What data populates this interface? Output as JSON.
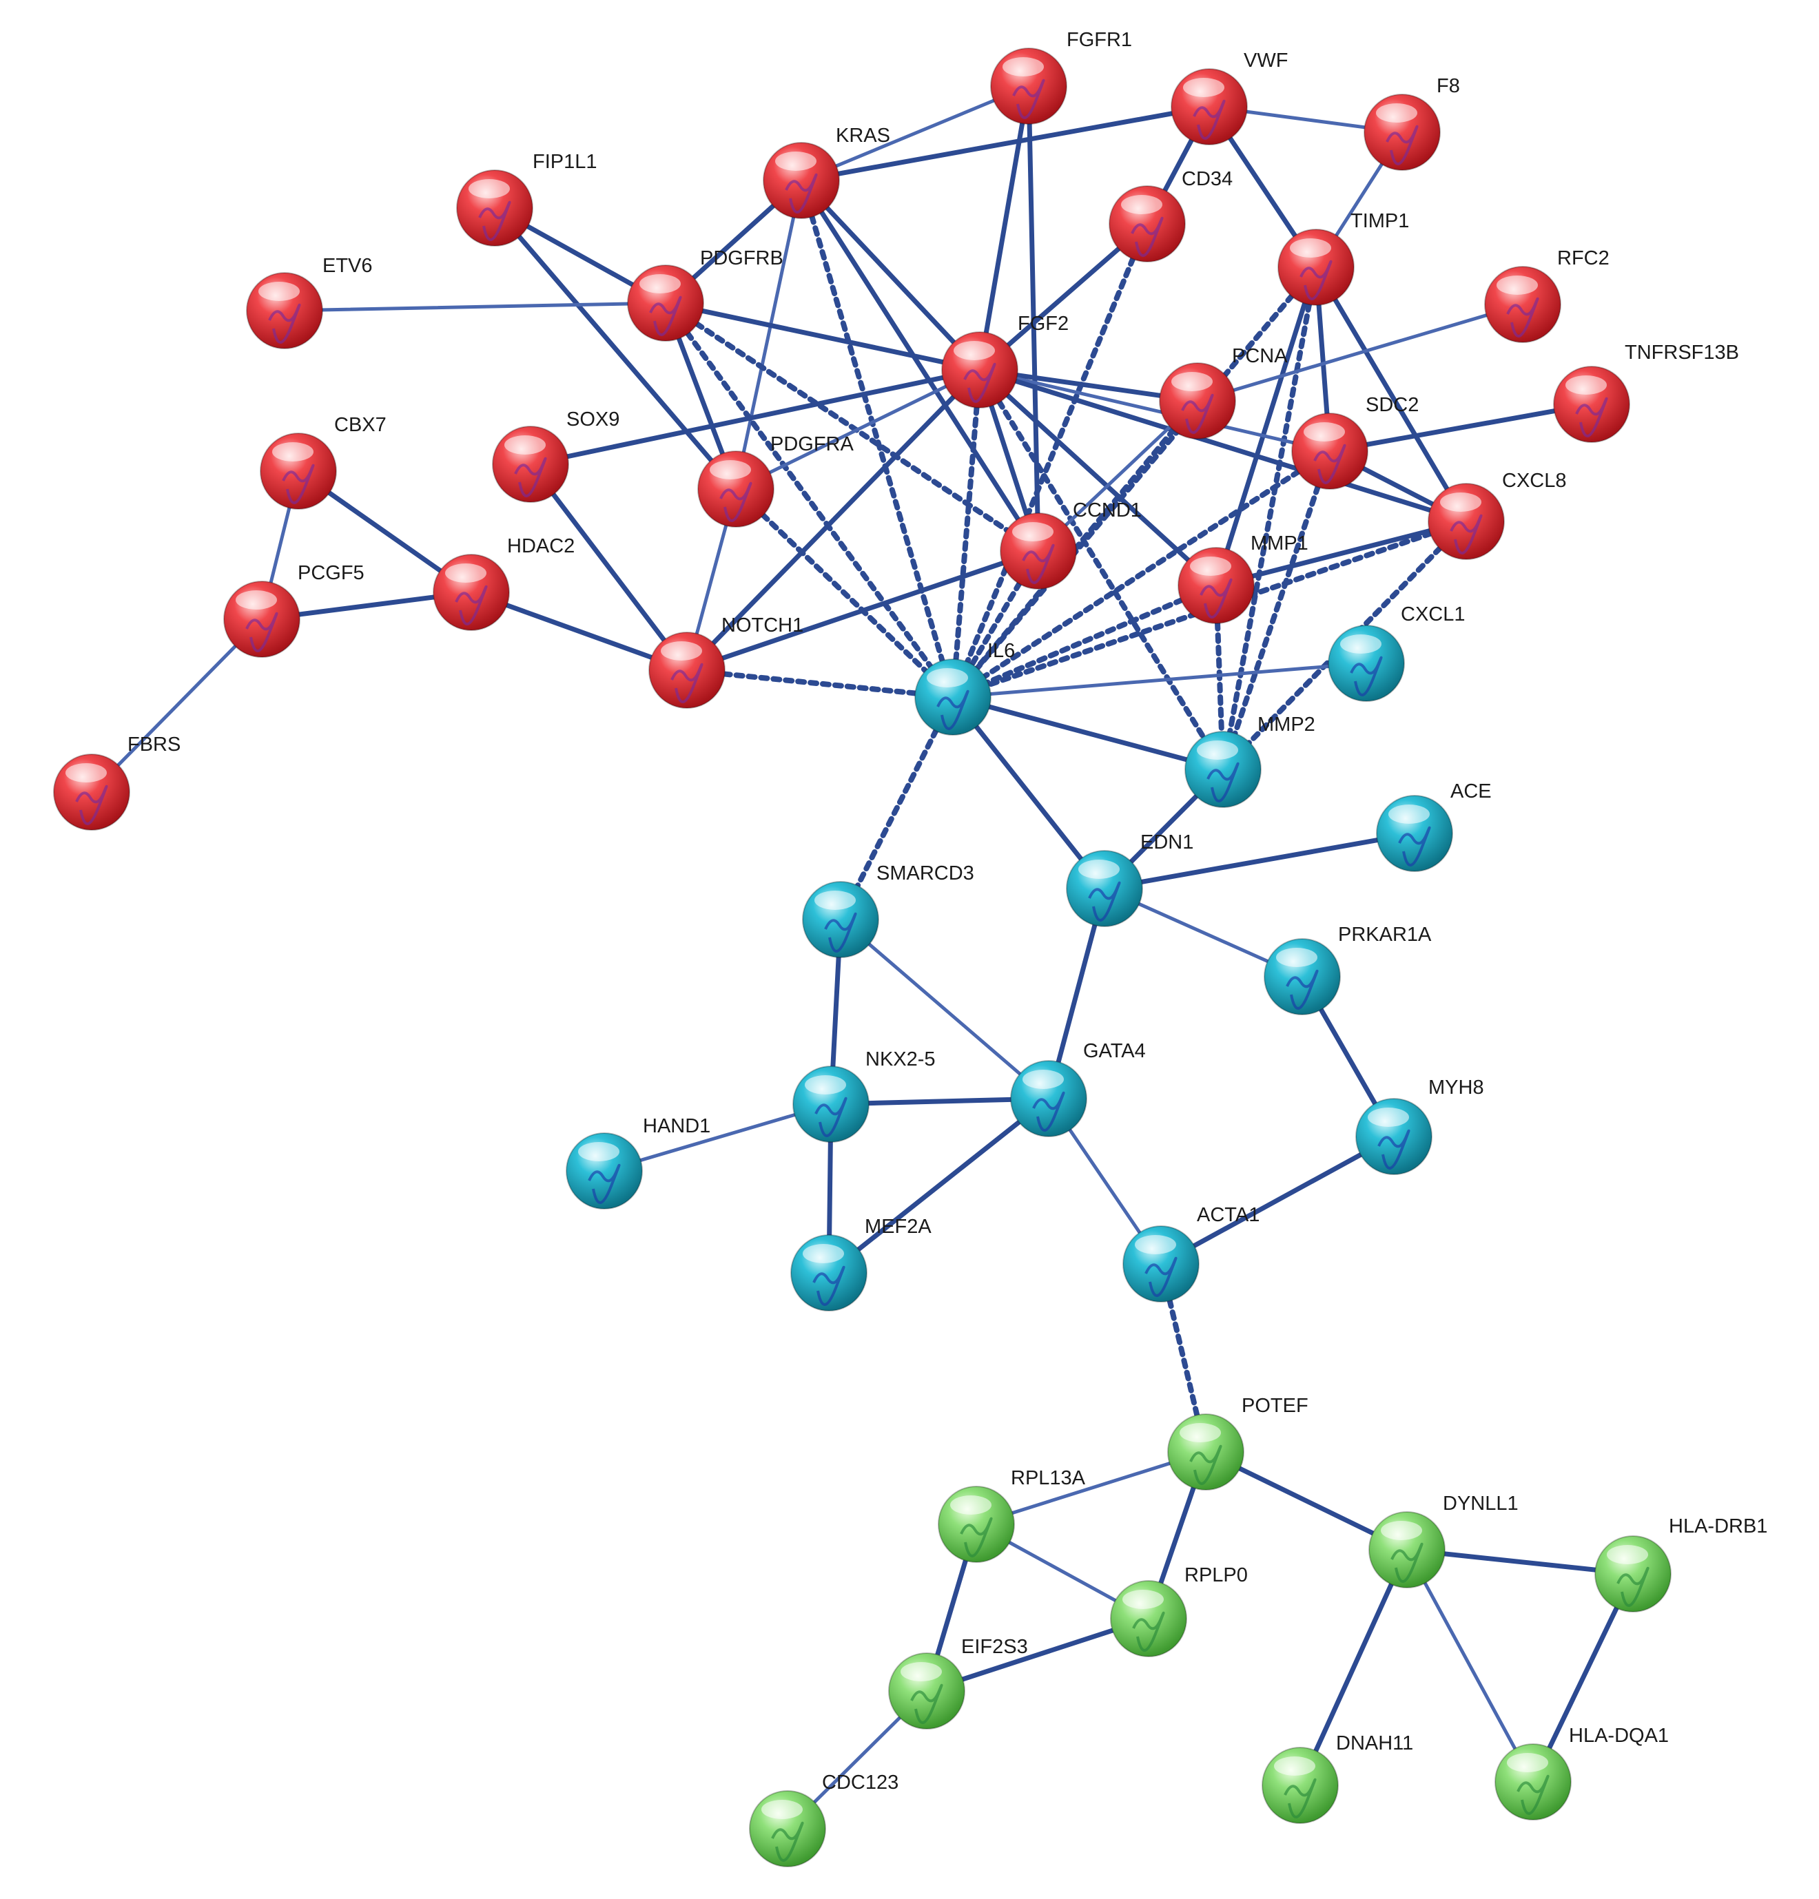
{
  "colors": {
    "red": "#e8323a",
    "cyan": "#1fb6cf",
    "green": "#7fdc6a",
    "edge": "#2c4a92",
    "edge_light": "#4a68b0"
  },
  "chart_data": {
    "type": "network",
    "nodes": [
      {
        "id": "FGFR1",
        "label": "FGFR1",
        "cluster": "red"
      },
      {
        "id": "VWF",
        "label": "VWF",
        "cluster": "red"
      },
      {
        "id": "F8",
        "label": "F8",
        "cluster": "red"
      },
      {
        "id": "KRAS",
        "label": "KRAS",
        "cluster": "red"
      },
      {
        "id": "FIP1L1",
        "label": "FIP1L1",
        "cluster": "red"
      },
      {
        "id": "CD34",
        "label": "CD34",
        "cluster": "red"
      },
      {
        "id": "TIMP1",
        "label": "TIMP1",
        "cluster": "red"
      },
      {
        "id": "RFC2",
        "label": "RFC2",
        "cluster": "red"
      },
      {
        "id": "ETV6",
        "label": "ETV6",
        "cluster": "red"
      },
      {
        "id": "PDGFRB",
        "label": "PDGFRB",
        "cluster": "red"
      },
      {
        "id": "FGF2",
        "label": "FGF2",
        "cluster": "red"
      },
      {
        "id": "PCNA",
        "label": "PCNA",
        "cluster": "red"
      },
      {
        "id": "TNFRSF13B",
        "label": "TNFRSF13B",
        "cluster": "red"
      },
      {
        "id": "SDC2",
        "label": "SDC2",
        "cluster": "red"
      },
      {
        "id": "CBX7",
        "label": "CBX7",
        "cluster": "red"
      },
      {
        "id": "SOX9",
        "label": "SOX9",
        "cluster": "red"
      },
      {
        "id": "PDGFRA",
        "label": "PDGFRA",
        "cluster": "red"
      },
      {
        "id": "CXCL8",
        "label": "CXCL8",
        "cluster": "red"
      },
      {
        "id": "CCND1",
        "label": "CCND1",
        "cluster": "red"
      },
      {
        "id": "HDAC2",
        "label": "HDAC2",
        "cluster": "red"
      },
      {
        "id": "MMP1",
        "label": "MMP1",
        "cluster": "red"
      },
      {
        "id": "PCGF5",
        "label": "PCGF5",
        "cluster": "red"
      },
      {
        "id": "NOTCH1",
        "label": "NOTCH1",
        "cluster": "red"
      },
      {
        "id": "FBRS",
        "label": "FBRS",
        "cluster": "red"
      },
      {
        "id": "CXCL1",
        "label": "CXCL1",
        "cluster": "cyan"
      },
      {
        "id": "IL6",
        "label": "IL6",
        "cluster": "cyan"
      },
      {
        "id": "MMP2",
        "label": "MMP2",
        "cluster": "cyan"
      },
      {
        "id": "ACE",
        "label": "ACE",
        "cluster": "cyan"
      },
      {
        "id": "EDN1",
        "label": "EDN1",
        "cluster": "cyan"
      },
      {
        "id": "SMARCD3",
        "label": "SMARCD3",
        "cluster": "cyan"
      },
      {
        "id": "PRKAR1A",
        "label": "PRKAR1A",
        "cluster": "cyan"
      },
      {
        "id": "NKX2-5",
        "label": "NKX2-5",
        "cluster": "cyan"
      },
      {
        "id": "GATA4",
        "label": "GATA4",
        "cluster": "cyan"
      },
      {
        "id": "MYH8",
        "label": "MYH8",
        "cluster": "cyan"
      },
      {
        "id": "HAND1",
        "label": "HAND1",
        "cluster": "cyan"
      },
      {
        "id": "ACTA1",
        "label": "ACTA1",
        "cluster": "cyan"
      },
      {
        "id": "MEF2A",
        "label": "MEF2A",
        "cluster": "cyan"
      },
      {
        "id": "POTEF",
        "label": "POTEF",
        "cluster": "green"
      },
      {
        "id": "RPL13A",
        "label": "RPL13A",
        "cluster": "green"
      },
      {
        "id": "DYNLL1",
        "label": "DYNLL1",
        "cluster": "green"
      },
      {
        "id": "HLA-DRB1",
        "label": "HLA-DRB1",
        "cluster": "green"
      },
      {
        "id": "RPLP0",
        "label": "RPLP0",
        "cluster": "green"
      },
      {
        "id": "EIF2S3",
        "label": "EIF2S3",
        "cluster": "green"
      },
      {
        "id": "DNAH11",
        "label": "DNAH11",
        "cluster": "green"
      },
      {
        "id": "HLA-DQA1",
        "label": "HLA-DQA1",
        "cluster": "green"
      },
      {
        "id": "CDC123",
        "label": "CDC123",
        "cluster": "green"
      }
    ],
    "edges": [
      {
        "source": "KRAS",
        "target": "FGFR1",
        "style": "solid"
      },
      {
        "source": "KRAS",
        "target": "VWF",
        "style": "solid"
      },
      {
        "source": "KRAS",
        "target": "PDGFRB",
        "style": "solid"
      },
      {
        "source": "KRAS",
        "target": "PDGFRA",
        "style": "solid"
      },
      {
        "source": "KRAS",
        "target": "FGF2",
        "style": "solid"
      },
      {
        "source": "KRAS",
        "target": "CCND1",
        "style": "solid"
      },
      {
        "source": "KRAS",
        "target": "IL6",
        "style": "dotted"
      },
      {
        "source": "FGFR1",
        "target": "FGF2",
        "style": "solid"
      },
      {
        "source": "FGFR1",
        "target": "CCND1",
        "style": "solid"
      },
      {
        "source": "VWF",
        "target": "F8",
        "style": "solid"
      },
      {
        "source": "VWF",
        "target": "CD34",
        "style": "solid"
      },
      {
        "source": "VWF",
        "target": "TIMP1",
        "style": "solid"
      },
      {
        "source": "F8",
        "target": "TIMP1",
        "style": "solid"
      },
      {
        "source": "FIP1L1",
        "target": "PDGFRB",
        "style": "solid"
      },
      {
        "source": "FIP1L1",
        "target": "PDGFRA",
        "style": "solid"
      },
      {
        "source": "ETV6",
        "target": "PDGFRB",
        "style": "solid"
      },
      {
        "source": "PDGFRB",
        "target": "PDGFRA",
        "style": "solid"
      },
      {
        "source": "PDGFRB",
        "target": "FGF2",
        "style": "solid"
      },
      {
        "source": "PDGFRB",
        "target": "IL6",
        "style": "dotted"
      },
      {
        "source": "PDGFRB",
        "target": "CCND1",
        "style": "dotted"
      },
      {
        "source": "CD34",
        "target": "FGF2",
        "style": "solid"
      },
      {
        "source": "CD34",
        "target": "IL6",
        "style": "dotted"
      },
      {
        "source": "TIMP1",
        "target": "SDC2",
        "style": "solid"
      },
      {
        "source": "TIMP1",
        "target": "MMP1",
        "style": "solid"
      },
      {
        "source": "TIMP1",
        "target": "MMP2",
        "style": "dotted"
      },
      {
        "source": "TIMP1",
        "target": "CXCL8",
        "style": "solid"
      },
      {
        "source": "TIMP1",
        "target": "IL6",
        "style": "dotted"
      },
      {
        "source": "RFC2",
        "target": "PCNA",
        "style": "solid"
      },
      {
        "source": "TNFRSF13B",
        "target": "SDC2",
        "style": "solid"
      },
      {
        "source": "FGF2",
        "target": "PCNA",
        "style": "solid"
      },
      {
        "source": "FGF2",
        "target": "SDC2",
        "style": "solid"
      },
      {
        "source": "FGF2",
        "target": "CXCL8",
        "style": "solid"
      },
      {
        "source": "FGF2",
        "target": "SOX9",
        "style": "solid"
      },
      {
        "source": "FGF2",
        "target": "PDGFRA",
        "style": "solid"
      },
      {
        "source": "FGF2",
        "target": "CCND1",
        "style": "solid"
      },
      {
        "source": "FGF2",
        "target": "NOTCH1",
        "style": "solid"
      },
      {
        "source": "FGF2",
        "target": "IL6",
        "style": "dotted"
      },
      {
        "source": "FGF2",
        "target": "MMP1",
        "style": "solid"
      },
      {
        "source": "FGF2",
        "target": "MMP2",
        "style": "dotted"
      },
      {
        "source": "PCNA",
        "target": "CCND1",
        "style": "solid"
      },
      {
        "source": "PCNA",
        "target": "IL6",
        "style": "dotted"
      },
      {
        "source": "SDC2",
        "target": "CXCL8",
        "style": "solid"
      },
      {
        "source": "SDC2",
        "target": "IL6",
        "style": "dotted"
      },
      {
        "source": "SDC2",
        "target": "MMP2",
        "style": "dotted"
      },
      {
        "source": "CXCL8",
        "target": "MMP1",
        "style": "solid"
      },
      {
        "source": "CXCL8",
        "target": "IL6",
        "style": "dotted"
      },
      {
        "source": "CXCL8",
        "target": "MMP2",
        "style": "dotted"
      },
      {
        "source": "CCND1",
        "target": "NOTCH1",
        "style": "solid"
      },
      {
        "source": "CCND1",
        "target": "IL6",
        "style": "dotted"
      },
      {
        "source": "MMP1",
        "target": "IL6",
        "style": "dotted"
      },
      {
        "source": "MMP1",
        "target": "MMP2",
        "style": "dotted"
      },
      {
        "source": "PDGFRA",
        "target": "NOTCH1",
        "style": "solid"
      },
      {
        "source": "PDGFRA",
        "target": "IL6",
        "style": "dotted"
      },
      {
        "source": "SOX9",
        "target": "NOTCH1",
        "style": "solid"
      },
      {
        "source": "CBX7",
        "target": "PCGF5",
        "style": "solid"
      },
      {
        "source": "CBX7",
        "target": "HDAC2",
        "style": "solid"
      },
      {
        "source": "PCGF5",
        "target": "HDAC2",
        "style": "solid"
      },
      {
        "source": "PCGF5",
        "target": "FBRS",
        "style": "solid"
      },
      {
        "source": "HDAC2",
        "target": "NOTCH1",
        "style": "solid"
      },
      {
        "source": "NOTCH1",
        "target": "IL6",
        "style": "dotted"
      },
      {
        "source": "IL6",
        "target": "CXCL1",
        "style": "solid"
      },
      {
        "source": "IL6",
        "target": "MMP2",
        "style": "solid"
      },
      {
        "source": "IL6",
        "target": "EDN1",
        "style": "solid"
      },
      {
        "source": "IL6",
        "target": "SMARCD3",
        "style": "dotted"
      },
      {
        "source": "MMP2",
        "target": "EDN1",
        "style": "solid"
      },
      {
        "source": "EDN1",
        "target": "ACE",
        "style": "solid"
      },
      {
        "source": "EDN1",
        "target": "PRKAR1A",
        "style": "solid"
      },
      {
        "source": "EDN1",
        "target": "GATA4",
        "style": "solid"
      },
      {
        "source": "SMARCD3",
        "target": "NKX2-5",
        "style": "solid"
      },
      {
        "source": "SMARCD3",
        "target": "GATA4",
        "style": "solid"
      },
      {
        "source": "PRKAR1A",
        "target": "MYH8",
        "style": "solid"
      },
      {
        "source": "NKX2-5",
        "target": "GATA4",
        "style": "solid"
      },
      {
        "source": "NKX2-5",
        "target": "HAND1",
        "style": "solid"
      },
      {
        "source": "NKX2-5",
        "target": "MEF2A",
        "style": "solid"
      },
      {
        "source": "GATA4",
        "target": "MEF2A",
        "style": "solid"
      },
      {
        "source": "GATA4",
        "target": "ACTA1",
        "style": "solid"
      },
      {
        "source": "MYH8",
        "target": "ACTA1",
        "style": "solid"
      },
      {
        "source": "ACTA1",
        "target": "POTEF",
        "style": "dotted"
      },
      {
        "source": "POTEF",
        "target": "RPL13A",
        "style": "solid"
      },
      {
        "source": "POTEF",
        "target": "RPLP0",
        "style": "solid"
      },
      {
        "source": "POTEF",
        "target": "DYNLL1",
        "style": "solid"
      },
      {
        "source": "RPL13A",
        "target": "RPLP0",
        "style": "solid"
      },
      {
        "source": "RPL13A",
        "target": "EIF2S3",
        "style": "solid"
      },
      {
        "source": "RPLP0",
        "target": "EIF2S3",
        "style": "solid"
      },
      {
        "source": "EIF2S3",
        "target": "CDC123",
        "style": "solid"
      },
      {
        "source": "DYNLL1",
        "target": "HLA-DRB1",
        "style": "solid"
      },
      {
        "source": "DYNLL1",
        "target": "DNAH11",
        "style": "solid"
      },
      {
        "source": "DYNLL1",
        "target": "HLA-DQA1",
        "style": "solid"
      },
      {
        "source": "HLA-DRB1",
        "target": "HLA-DQA1",
        "style": "solid"
      }
    ]
  }
}
